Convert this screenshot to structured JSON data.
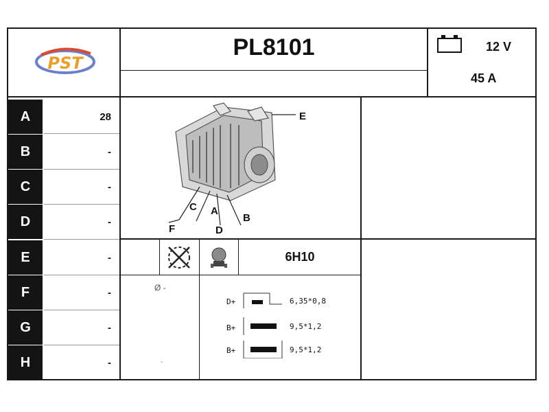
{
  "header": {
    "logo_text": "PST",
    "part_number": "PL8101",
    "voltage": "12 V",
    "amperage": "45 A",
    "battery_icon": "battery-icon"
  },
  "rows": [
    {
      "label": "A",
      "value": "28"
    },
    {
      "label": "B",
      "value": "-"
    },
    {
      "label": "C",
      "value": "-"
    },
    {
      "label": "D",
      "value": "-"
    },
    {
      "label": "E",
      "value": "-"
    },
    {
      "label": "F",
      "value": "-"
    },
    {
      "label": "G",
      "value": "-"
    },
    {
      "label": "H",
      "value": "-"
    }
  ],
  "diagram": {
    "callouts": [
      "E",
      "C",
      "A",
      "F",
      "D",
      "B"
    ]
  },
  "regulator": {
    "code": "6H10",
    "diameter": "Ø -",
    "dash": "-"
  },
  "terminals": [
    {
      "name": "D+",
      "spec": "6,35*0,8"
    },
    {
      "name": "B+",
      "spec": "9,5*1,2"
    },
    {
      "name": "B+",
      "spec": "9,5*1,2"
    }
  ]
}
